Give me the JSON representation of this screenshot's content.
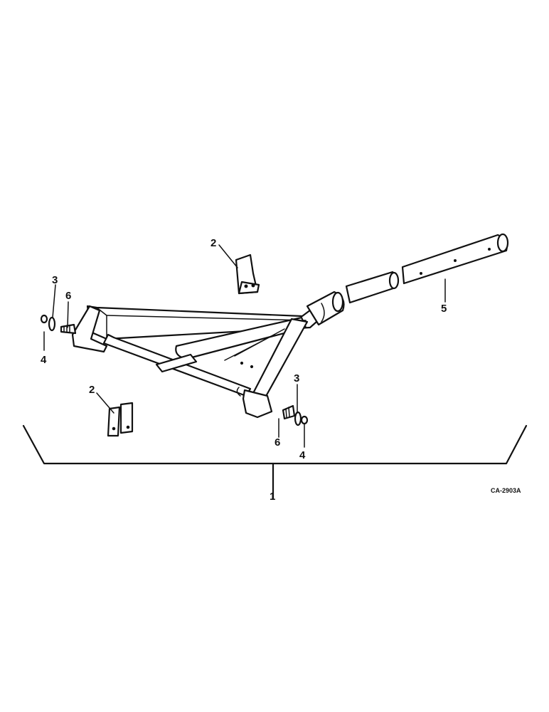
{
  "diagram": {
    "reference_code": "CA-2903A",
    "callouts": {
      "frame": "1",
      "bracket_upper": "2",
      "bracket_lower": "2",
      "washer_left": "3",
      "washer_right": "3",
      "nut_left": "4",
      "nut_right": "4",
      "tube": "5",
      "spindle_left": "6",
      "spindle_right": "6"
    },
    "line_color": "#111111",
    "background": "#ffffff"
  }
}
